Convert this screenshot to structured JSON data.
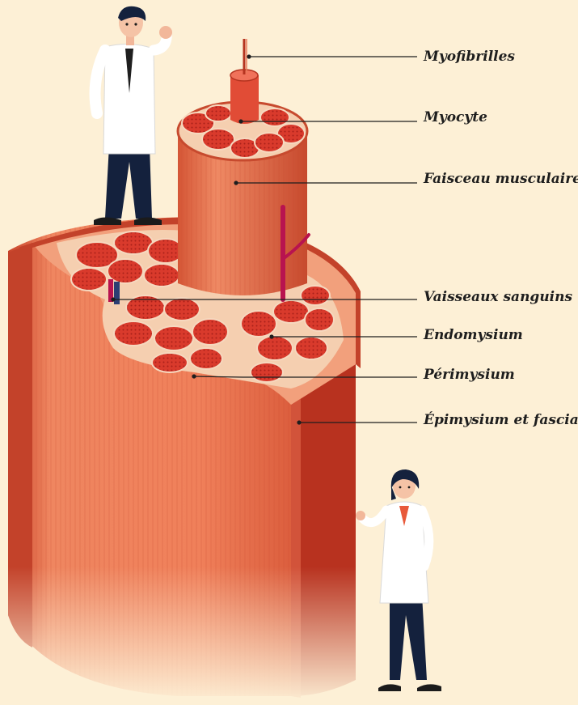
{
  "diagram": {
    "labels": [
      {
        "id": "myofibrilles",
        "text": "Myofibrilles"
      },
      {
        "id": "myocyte",
        "text": "Myocyte"
      },
      {
        "id": "faisceau",
        "text": "Faisceau musculaire"
      },
      {
        "id": "vaisseaux",
        "text": "Vaisseaux sanguins"
      },
      {
        "id": "endomysium",
        "text": "Endomysium"
      },
      {
        "id": "perimysium",
        "text": "Périmysium"
      },
      {
        "id": "epimysium",
        "text": "Épimysium et fascia"
      }
    ]
  },
  "colors": {
    "background": "#fdf0d6",
    "muscle_light": "#ee7a55",
    "muscle_mid": "#e0603f",
    "muscle_dark": "#b53420",
    "fascicle_red": "#d8362b",
    "connective": "#f6c9a8",
    "vessel_artery": "#b8134f",
    "vessel_vein": "#2c3e73",
    "coat": "#ffffff",
    "trousers": "#14213d"
  }
}
